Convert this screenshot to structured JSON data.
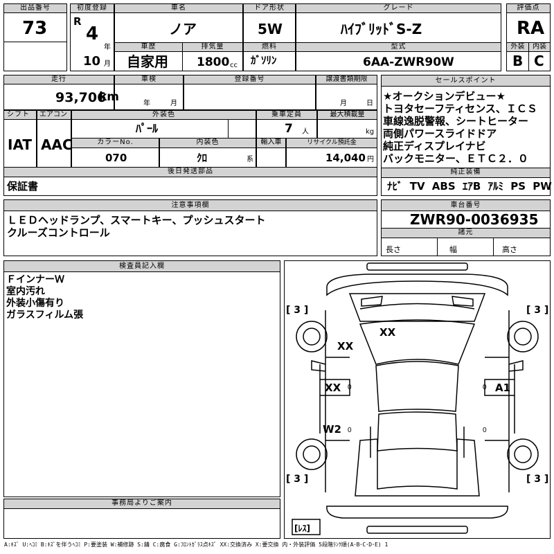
{
  "header": {
    "lot_no_label": "出品番号",
    "lot_no": "73",
    "first_reg_label": "初度登録",
    "era": "R",
    "reg_year": "4",
    "year_unit": "年",
    "reg_month": "10",
    "month_unit": "月",
    "car_name_label": "車名",
    "car_name": "ノア",
    "history_label": "車歴",
    "history": "自家用",
    "displacement_label": "排気量",
    "displacement": "1800",
    "cc_unit": "cc",
    "door_label": "ドア形状",
    "door": "5W",
    "fuel_label": "燃料",
    "fuel": "ｶﾞｿﾘﾝ",
    "grade_label": "グレード",
    "grade": "ﾊｲﾌﾞﾘｯﾄﾞS-Z",
    "model_label": "型式",
    "model": "6AA-ZWR90W",
    "score_label": "評価点",
    "score": "RA",
    "exterior_label": "外装",
    "exterior": "B",
    "interior_label": "内装",
    "interior": "C"
  },
  "details": {
    "mileage_label": "走行",
    "mileage": "93,706",
    "km_unit": "km",
    "inspection_label": "車検",
    "insp_year_unit": "年",
    "insp_month_unit": "月",
    "reg_no_label": "登録番号",
    "transfer_label": "譲渡書類期限",
    "tr_month_unit": "月",
    "tr_day_unit": "日",
    "shift_label": "シフト",
    "shift": "IAT",
    "ac_label": "エアコン",
    "ac": "AAC",
    "ext_color_label": "外装色",
    "ext_color": "ﾊﾟｰﾙ",
    "capacity_label": "乗車定員",
    "capacity": "7",
    "capacity_unit": "人",
    "load_label": "最大積載量",
    "load_unit": "kg",
    "color_no_label": "カラーNo.",
    "color_no": "070",
    "int_color_label": "内装色",
    "int_color": "ｸﾛ",
    "int_color_unit": "系",
    "import_label": "輸入車",
    "recycle_label": "リサイクル預託金",
    "recycle": "14,040",
    "yen_unit": "円",
    "later_label": "後日発送部品",
    "later": "保証書"
  },
  "sales_points": {
    "label": "セールスポイント",
    "lines": [
      "★オークションデビュー★",
      "トヨタセーフティセンス、ＩＣＳ",
      "車線逸脱警報、シートヒーター",
      "両側パワースライドドア",
      "純正ディスプレイナビ",
      "バックモニター、ＥＴＣ２．０"
    ]
  },
  "equipment": {
    "label": "純正装備",
    "items": [
      "ﾅﾋﾞ",
      "TV",
      "ABS",
      "ｴｱB",
      "ｱﾙﾐ",
      "PS",
      "PW"
    ]
  },
  "notes": {
    "label": "注意事項欄",
    "lines": [
      "ＬＥＤヘッドランプ、スマートキー、プッシュスタート",
      "クルーズコントロール"
    ]
  },
  "chassis": {
    "label": "車台番号",
    "value": "ZWR90-0036935",
    "dims_label": "諸元",
    "length_label": "長さ",
    "width_label": "幅",
    "height_label": "高さ"
  },
  "inspector": {
    "label": "検査員記入欄",
    "lines": [
      "ＦインナーＷ",
      "室内汚れ",
      "外装小傷有り",
      "ガラスフィルム張"
    ]
  },
  "office": {
    "label": "事務局よりご案内"
  },
  "diagram": {
    "tires": [
      "[ 3 ]",
      "[ 3 ]",
      "[ 3 ]",
      "[ 3 ]"
    ],
    "marks": {
      "roof": "XX",
      "front_left_fender": "XX",
      "left_front_door": "XX",
      "left_rear": "W2",
      "right_front_door": "A1"
    },
    "spare": "[ﾚｽ]"
  },
  "legend": "A:ｷｽﾞ U:ﾍｺﾐ B:ｷｽﾞを伴うﾍｺﾐ P:要塗装 W:補修跡 S:錆 C:腐食 G:ﾌﾛﾝﾄｶﾞﾗｽ点ｷｽﾞ XX:交換済み X:要交換 内・外装評価 5段階ﾗﾝｸ順(A･B･C･D･E) 1"
}
